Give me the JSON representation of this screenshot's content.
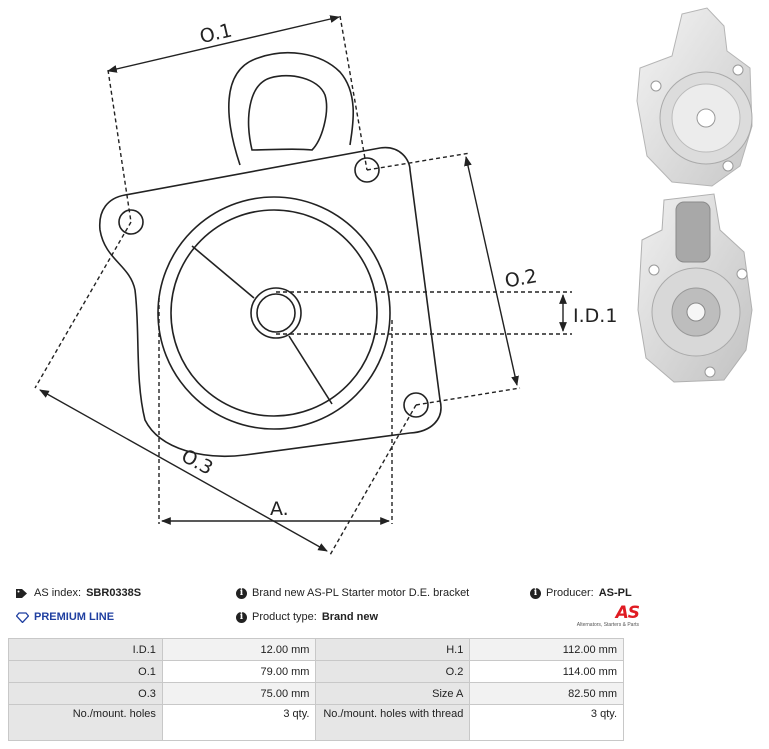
{
  "diagram": {
    "labels": {
      "o1": "O.1",
      "o2": "O.2",
      "o3": "O.3",
      "id1": "I.D.1",
      "a": "A."
    }
  },
  "info": {
    "as_index_label": "AS index:",
    "as_index_value": "SBR0338S",
    "premium": "PREMIUM LINE",
    "description": "Brand new AS-PL Starter motor D.E. bracket",
    "product_type_label": "Product type:",
    "product_type_value": "Brand new",
    "producer_label": "Producer:",
    "producer_value": "AS-PL",
    "logo_mark": "AS",
    "logo_tagline": "Alternators, Starters & Parts"
  },
  "specs": [
    {
      "label1": "I.D.1",
      "value1": "12.00 mm",
      "label2": "H.1",
      "value2": "112.00 mm"
    },
    {
      "label1": "O.1",
      "value1": "79.00 mm",
      "label2": "O.2",
      "value2": "114.00 mm"
    },
    {
      "label1": "O.3",
      "value1": "75.00 mm",
      "label2": "Size A",
      "value2": "82.50 mm"
    },
    {
      "label1": "No./mount. holes",
      "value1": "3 qty.",
      "label2": "No./mount. holes with thread",
      "value2": "3 qty."
    }
  ]
}
